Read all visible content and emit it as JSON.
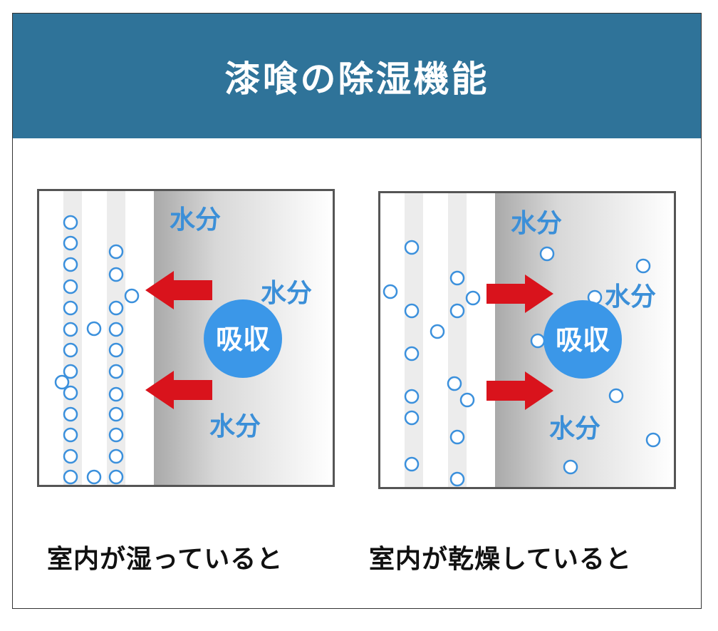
{
  "title": "漆喰の除湿機能",
  "panels": [
    {
      "caption": "室内が湿っていると",
      "labels": [
        "水分",
        "水分",
        "水分"
      ],
      "absorb": "吸収",
      "arrow_direction": "left"
    },
    {
      "caption": "室内が乾燥していると",
      "labels": [
        "水分",
        "水分",
        "水分"
      ],
      "absorb": "吸収",
      "arrow_direction": "right"
    }
  ],
  "colors": {
    "header": "#2f7399",
    "water_blue": "#3b90dc",
    "arrow_red": "#d9131c",
    "absorb_circle": "#3b97e8"
  }
}
